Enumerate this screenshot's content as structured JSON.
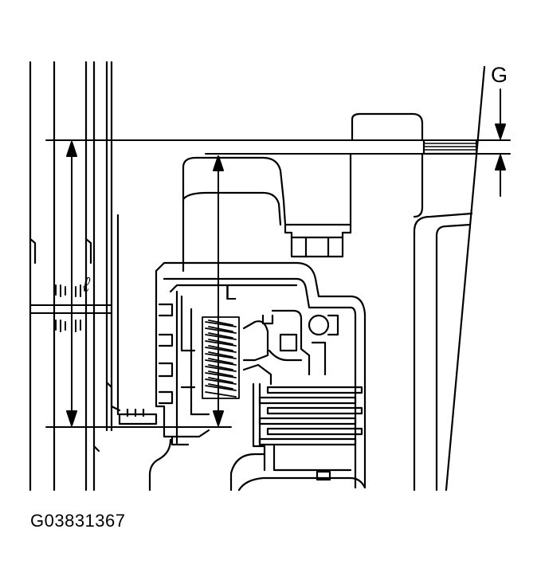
{
  "labels": {
    "gap": "G",
    "long_dim": "L",
    "short_dim": "ℓ"
  },
  "figure_id": "G03831367",
  "colors": {
    "ink": "#000000",
    "paper": "#ffffff"
  }
}
